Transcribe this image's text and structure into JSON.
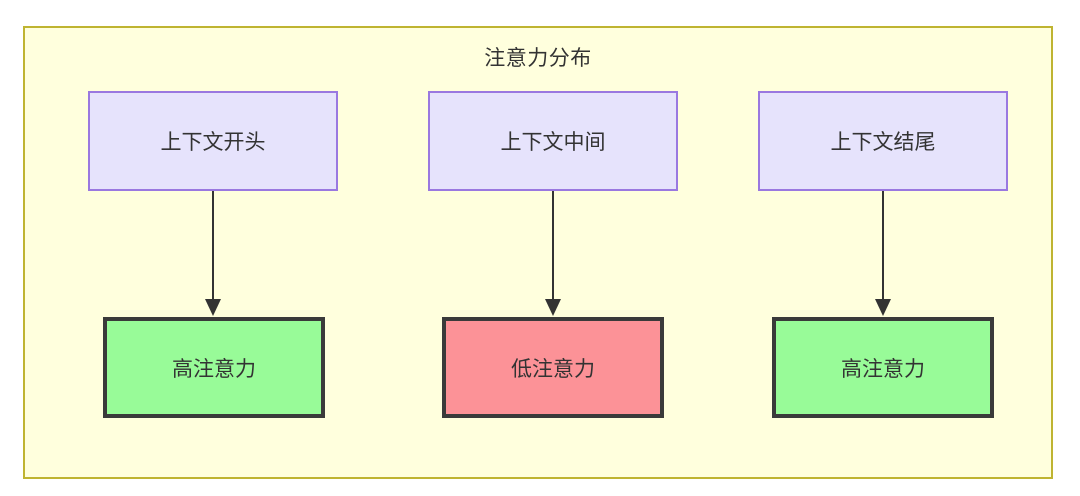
{
  "diagram": {
    "title": "注意力分布",
    "container": {
      "fill_color": "#ffffdd",
      "border_color": "#bfb431"
    },
    "palette": {
      "context_fill": "#e6e3fc",
      "context_border": "#9a78e0",
      "high_attention_fill": "#98fb98",
      "low_attention_fill": "#fc9297",
      "attention_border": "#3a3a3a",
      "arrow_color": "#333333",
      "text_color": "#333333"
    },
    "columns": [
      {
        "context_label": "上下文开头",
        "attention_label": "高注意力",
        "attention_level": "high"
      },
      {
        "context_label": "上下文中间",
        "attention_label": "低注意力",
        "attention_level": "low"
      },
      {
        "context_label": "上下文结尾",
        "attention_label": "高注意力",
        "attention_level": "high"
      }
    ]
  }
}
